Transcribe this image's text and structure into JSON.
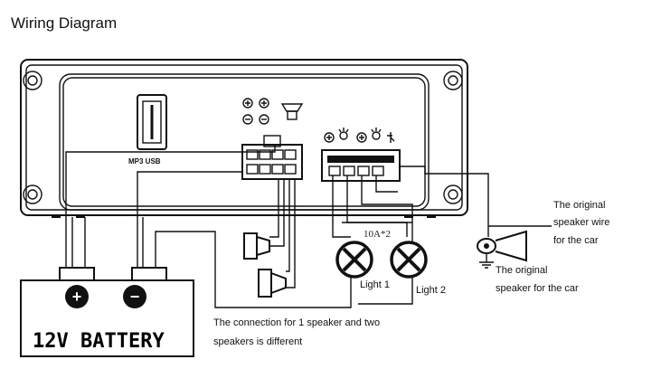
{
  "title": "Wiring Diagram",
  "unit": {
    "usb_label": "MP3  USB",
    "relay_rating": "10A*2"
  },
  "battery": {
    "label": "12V BATTERY",
    "positive_symbol": "+",
    "negative_symbol": "−"
  },
  "lights": {
    "light1": "Light 1",
    "light2": "Light 2"
  },
  "notes": {
    "speaker_note_line1": "The connection for 1 speaker and two",
    "speaker_note_line2": "speakers is different",
    "orig_wire_line1": "The original",
    "orig_wire_line2": "speaker wire",
    "orig_wire_line3": "for the car",
    "orig_speaker_line1": "The original",
    "orig_speaker_line2": "speaker for the car"
  },
  "icons": [
    "usb-port-icon",
    "speaker-horn-icon",
    "light-bulb-icon",
    "screw-icon",
    "battery-icon",
    "connector-icon"
  ]
}
